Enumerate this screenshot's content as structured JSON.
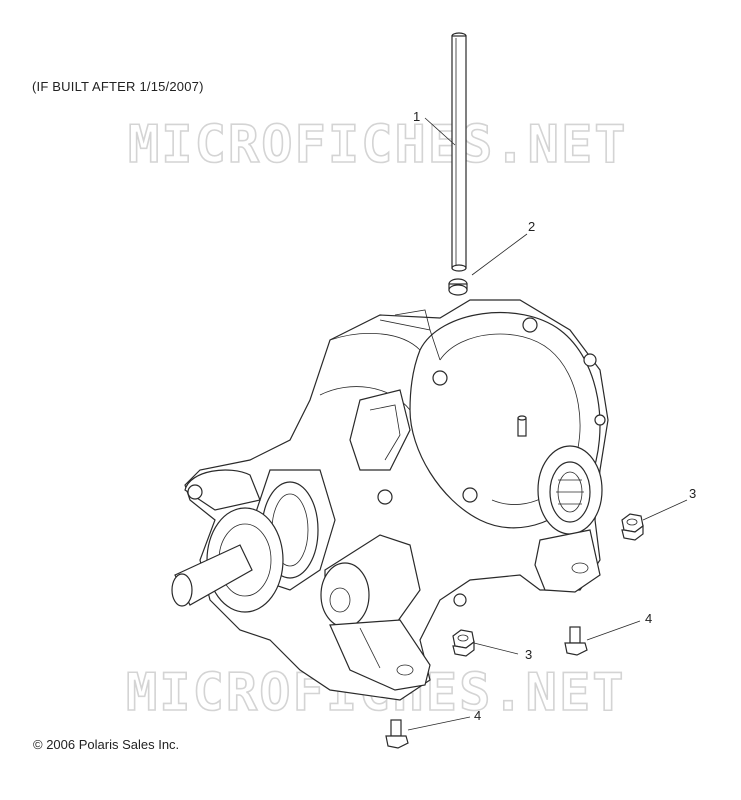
{
  "note": "(IF BUILT AFTER 1/15/2007)",
  "copyright": "© 2006 Polaris Sales Inc.",
  "watermark": "MICROFICHES.NET",
  "callouts": [
    {
      "label": "1",
      "part": "tube"
    },
    {
      "label": "2",
      "part": "clamp"
    },
    {
      "label": "3",
      "part": "nut-right"
    },
    {
      "label": "3",
      "part": "nut-lower"
    },
    {
      "label": "4",
      "part": "bolt-right"
    },
    {
      "label": "4",
      "part": "bolt-bottom"
    }
  ]
}
